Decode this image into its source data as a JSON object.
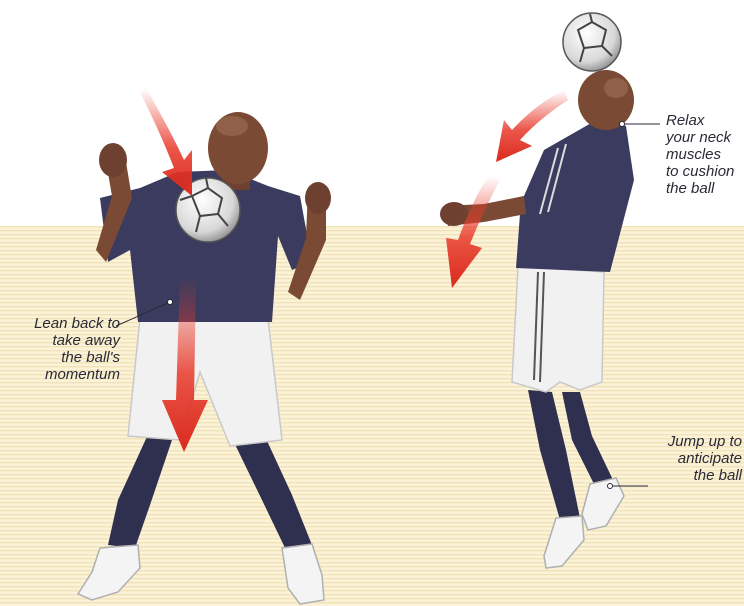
{
  "annotations": {
    "lean": [
      "Lean back to",
      "take away",
      "the ball's",
      "momentum"
    ],
    "relax": [
      "Relax",
      "your neck",
      "muscles",
      "to cushion",
      "the ball"
    ],
    "jump": [
      "Jump up to",
      "anticipate",
      "the ball"
    ]
  },
  "icons": [
    "soccer-ball-icon",
    "red-arrow-icon"
  ],
  "colors": {
    "background_top": "#ffffff",
    "background_bottom": "#fbf2d8",
    "stripe": "#f1e3b9",
    "shirt": "#3a3b5e",
    "shorts": "#f2f2f2",
    "socks": "#2f3050",
    "skin": "#7a4a34",
    "arrow": "#e8392a"
  }
}
